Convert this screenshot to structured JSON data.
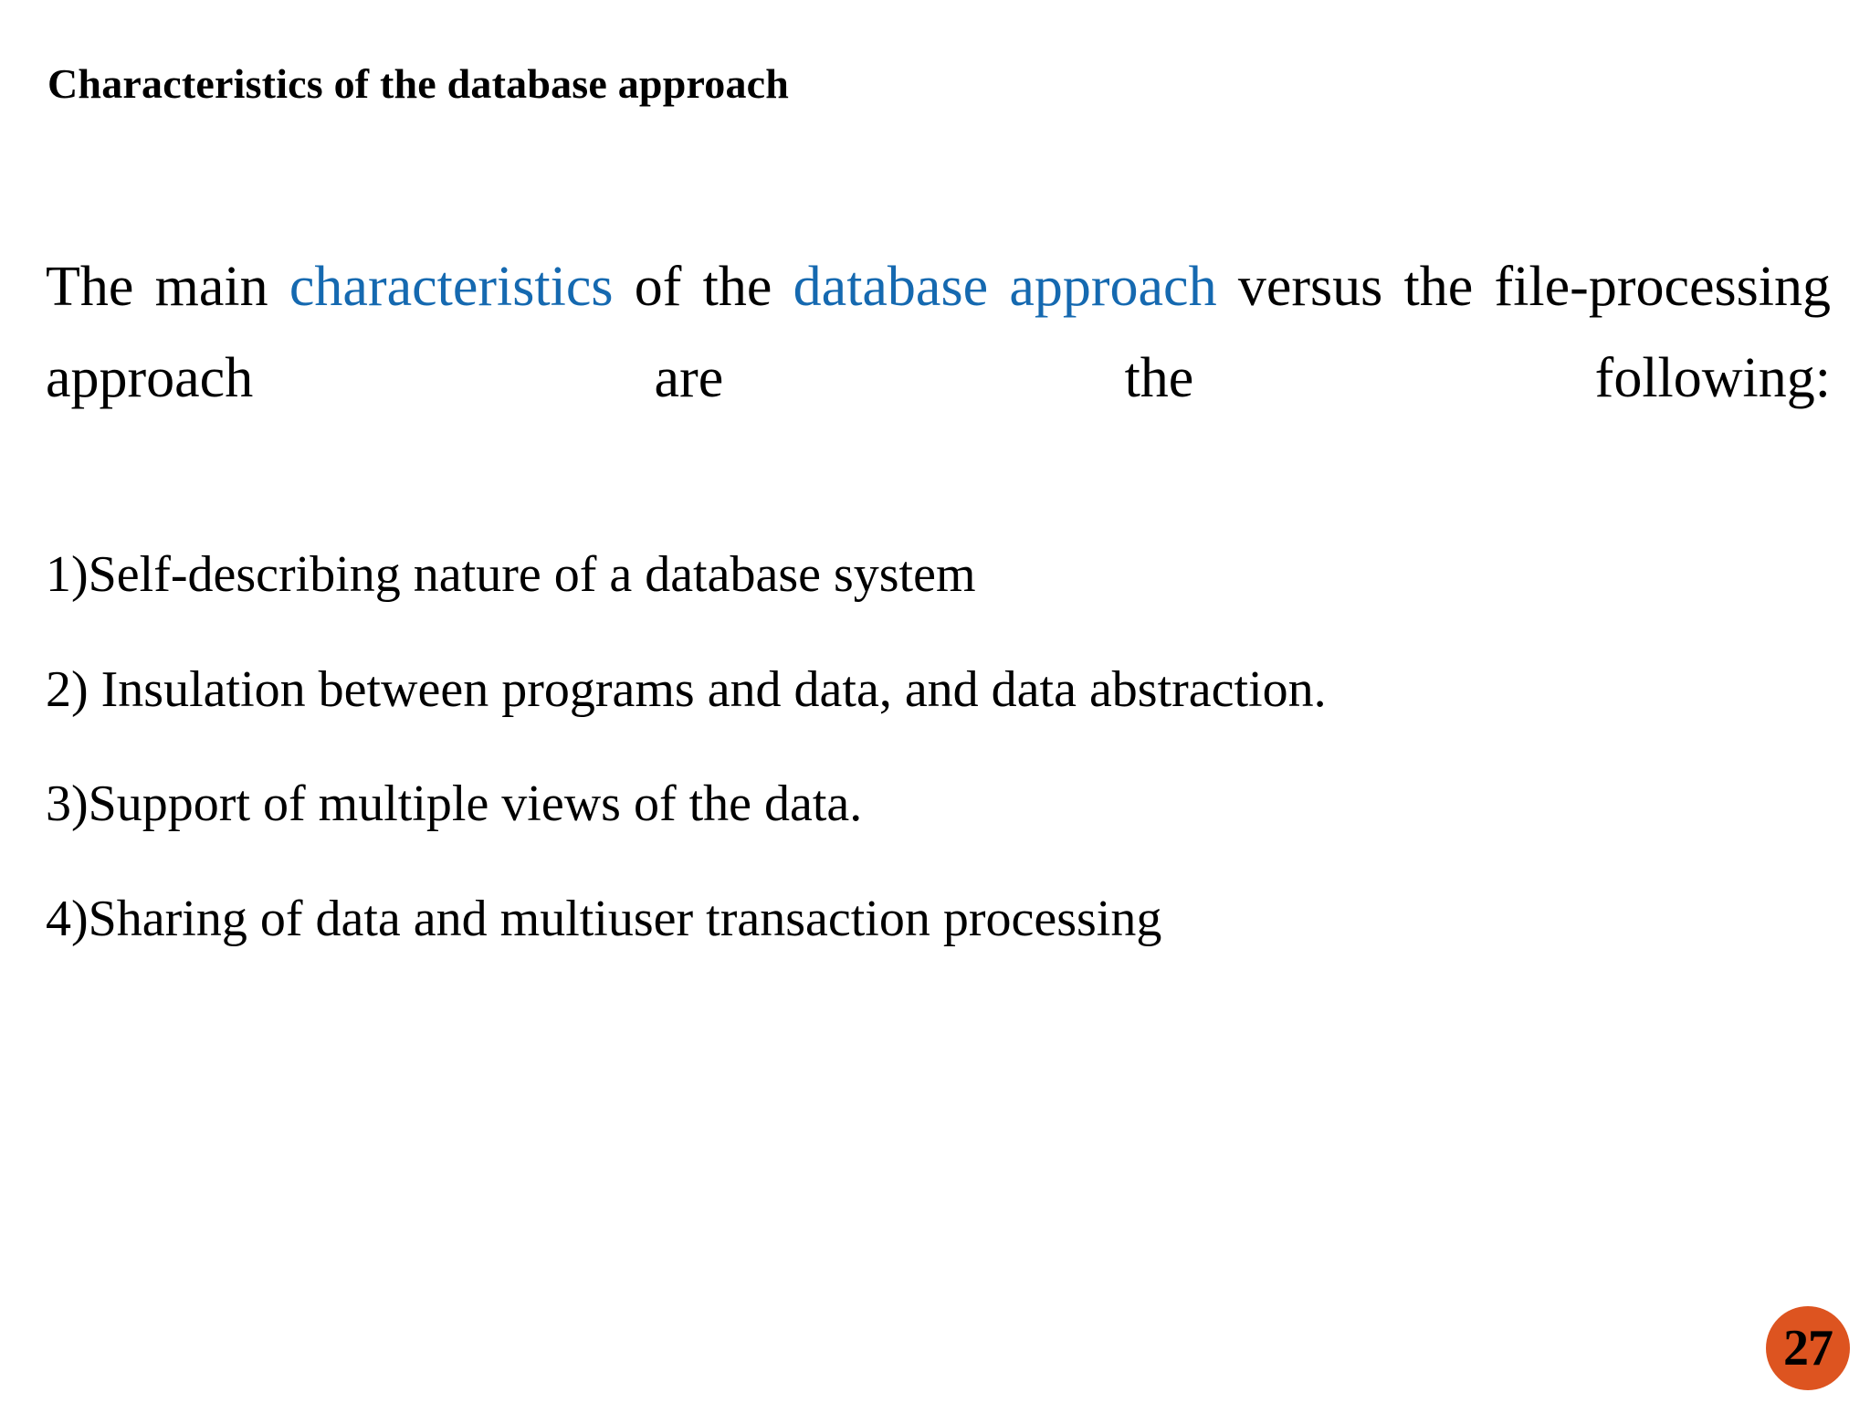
{
  "slide": {
    "title": "Characteristics of the database approach",
    "background_color": "#ffffff",
    "text_color": "#000000",
    "highlight_color": "#1569b0"
  },
  "lead_paragraph": {
    "segment_1": "The main ",
    "highlight_1": "characteristics",
    "segment_2": " of the ",
    "highlight_2": "database approach",
    "segment_3": " versus the file-processing approach are the following:",
    "full_text": "The main characteristics of the database approach versus the file-processing approach are the following:"
  },
  "list": {
    "items": [
      {
        "text": "1)Self-describing nature of a database system"
      },
      {
        "text": "2) Insulation between programs and data, and data abstraction."
      },
      {
        "text": "3)Support of multiple views of the data."
      },
      {
        "text": "4)Sharing of data and multiuser transaction processing"
      }
    ]
  },
  "page_badge": {
    "number": "27",
    "fill_color": "#dd5420",
    "text_color": "#000000"
  }
}
